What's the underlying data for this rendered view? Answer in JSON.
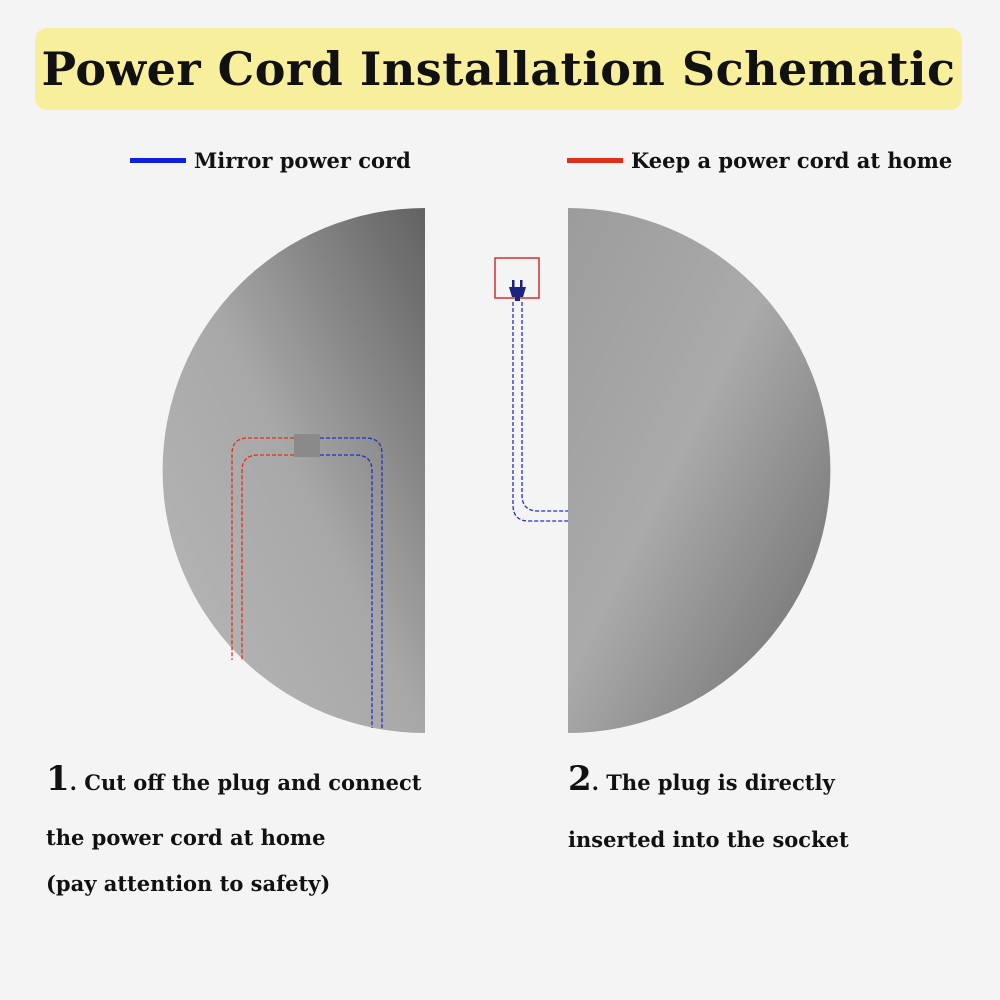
{
  "title": "Power Cord Installation Schematic",
  "legend": {
    "mirror": {
      "label": "Mirror power cord",
      "color": "#1020e0"
    },
    "home": {
      "label": "Keep a power cord at home",
      "color": "#e0301c"
    }
  },
  "step1": {
    "number": "1",
    "line1": ". Cut off the plug and connect",
    "line2": "the power cord at home",
    "line3": "(pay attention to safety)"
  },
  "step2": {
    "number": "2",
    "line1": ". The plug is directly",
    "line2": "inserted into the socket"
  },
  "colors": {
    "banner": "#f8ef9c",
    "background": "#f4f4f4",
    "mirror_dark": "#6b6b6b",
    "mirror_light": "#b4b4b4",
    "connector": "#8a8a8a",
    "plug_box": "#d03030",
    "plug": "#1a237e"
  },
  "icons": {
    "plug": "power-plug-icon"
  }
}
